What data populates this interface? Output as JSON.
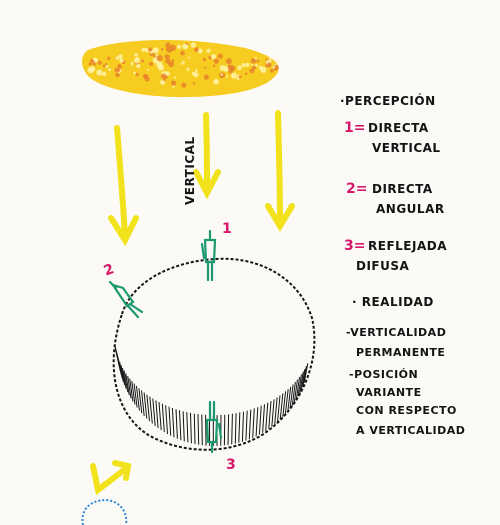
{
  "vertical_label": "VERTICAL",
  "figure_numbers": [
    "1",
    "2",
    "3"
  ],
  "notes": {
    "heading": "·PERCEPCIÓN",
    "items": [
      {
        "number": "1=",
        "line1": "DIRECTA",
        "line2": "VERTICAL"
      },
      {
        "number": "2=",
        "line1": "DIRECTA",
        "line2": "ANGULAR"
      },
      {
        "number": "3=",
        "line1": "REFLEJADA",
        "line2": "DIFUSA"
      }
    ],
    "reality_heading": "· REALIDAD",
    "reality_lines": [
      "-VERTICALIDAD",
      "PERMANENTE",
      "-POSICIÓN",
      "VARIANTE",
      "CON RESPECTO",
      "A VERTICALIDAD"
    ]
  },
  "colors": {
    "sun": "#f5c518",
    "sun_dots": "#e8832a",
    "rays": "#f2e21c",
    "figures": "#1a9a6e",
    "numbers": "#d6176a",
    "ink": "#141414",
    "circle_partial": "#2e86d6"
  }
}
